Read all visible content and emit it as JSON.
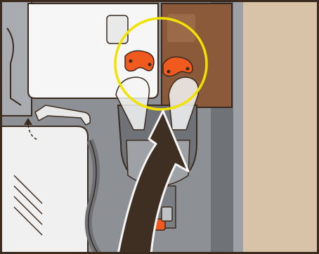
{
  "illustration": {
    "colors": {
      "frame_border": "#3b2a1e",
      "machine_interior": "#8d9196",
      "cabinet_panel": "#b9bcc0",
      "brown_panel": "#8a5a3a",
      "beige_wall": "#d8c3a8",
      "highlight_circle": "#f2e200",
      "orange_caps": "#f05a1e",
      "arrow_fill": "#3f2f23",
      "tray_white": "#f6f6f6"
    },
    "icons": [
      "highlight-circle",
      "insert-arrow",
      "orange-cap-left",
      "orange-cap-right",
      "small-up-arrow"
    ]
  }
}
